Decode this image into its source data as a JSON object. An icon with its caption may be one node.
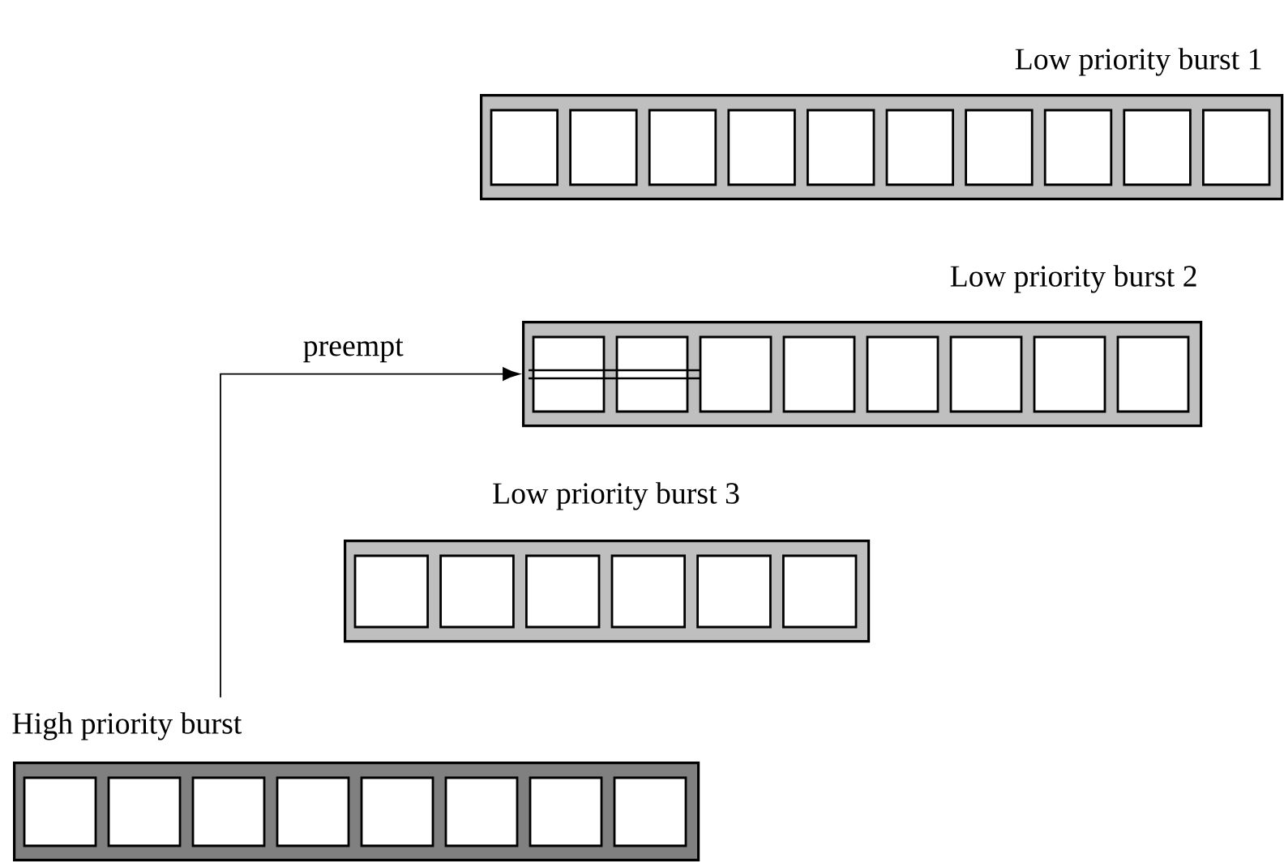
{
  "diagram": {
    "nodes": [
      {
        "text": [
          "Low priority burst 1"
        ]
      },
      {
        "text": [
          "Low priority burst 2"
        ]
      },
      {
        "text": [
          "Low priority burst 3"
        ]
      },
      {
        "text": [
          "High priority burst"
        ]
      }
    ],
    "edges": [
      {
        "from": 3,
        "to": 1,
        "arrow": "to",
        "label": "preempt"
      }
    ]
  }
}
